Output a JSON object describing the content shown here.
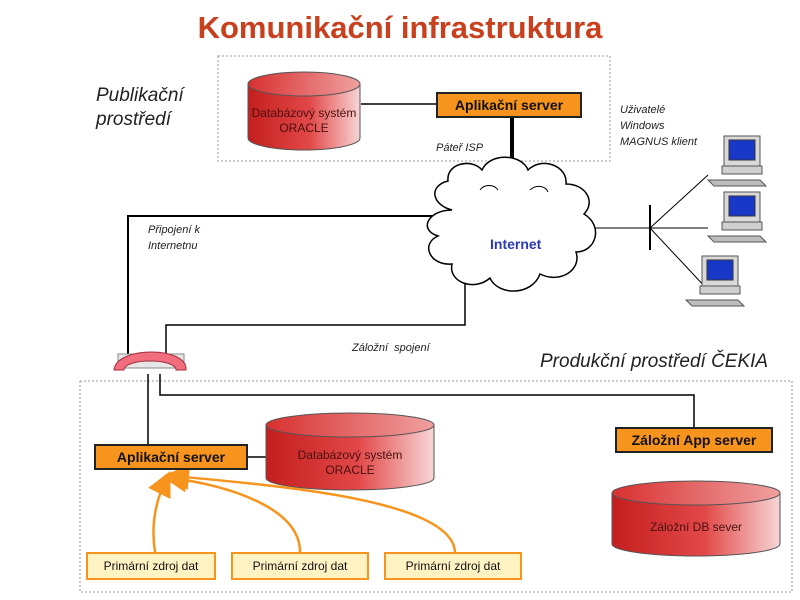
{
  "title": "Komunikační infrastruktura",
  "publication_env": {
    "label_line1": "Publikační",
    "label_line2": "prostředí",
    "database_line1": "Databázový systém",
    "database_line2": "ORACLE",
    "app_server": "Aplikační server",
    "backbone": "Páteř ISP"
  },
  "users": {
    "line1": "Uživatelé",
    "line2": "Windows",
    "line3": "MAGNUS klient"
  },
  "cloud_label": "Internet",
  "connection": {
    "line1": "Připojení k",
    "line2": "Internetnu"
  },
  "backup_link": "Záložní  spojení",
  "production_env": {
    "label": "Produkční prostředí ČEKIA",
    "app_server": "Aplikační server",
    "database_line1": "Databázový systém",
    "database_line2": "ORACLE",
    "backup_app_server": "Záložní App server",
    "backup_db": "Záložní DB sever"
  },
  "data_sources": [
    "Primární zdroj dat",
    "Primární zdroj dat",
    "Primární zdroj dat"
  ],
  "colors": {
    "title": "#c8401e",
    "server_box": "#f7941d",
    "database": "#e03a3a",
    "source_fill": "#fff3c4",
    "internet_text": "#2a3ab8"
  },
  "icons": [
    "cloud-icon",
    "router-icon",
    "computer-icon",
    "database-icon"
  ]
}
